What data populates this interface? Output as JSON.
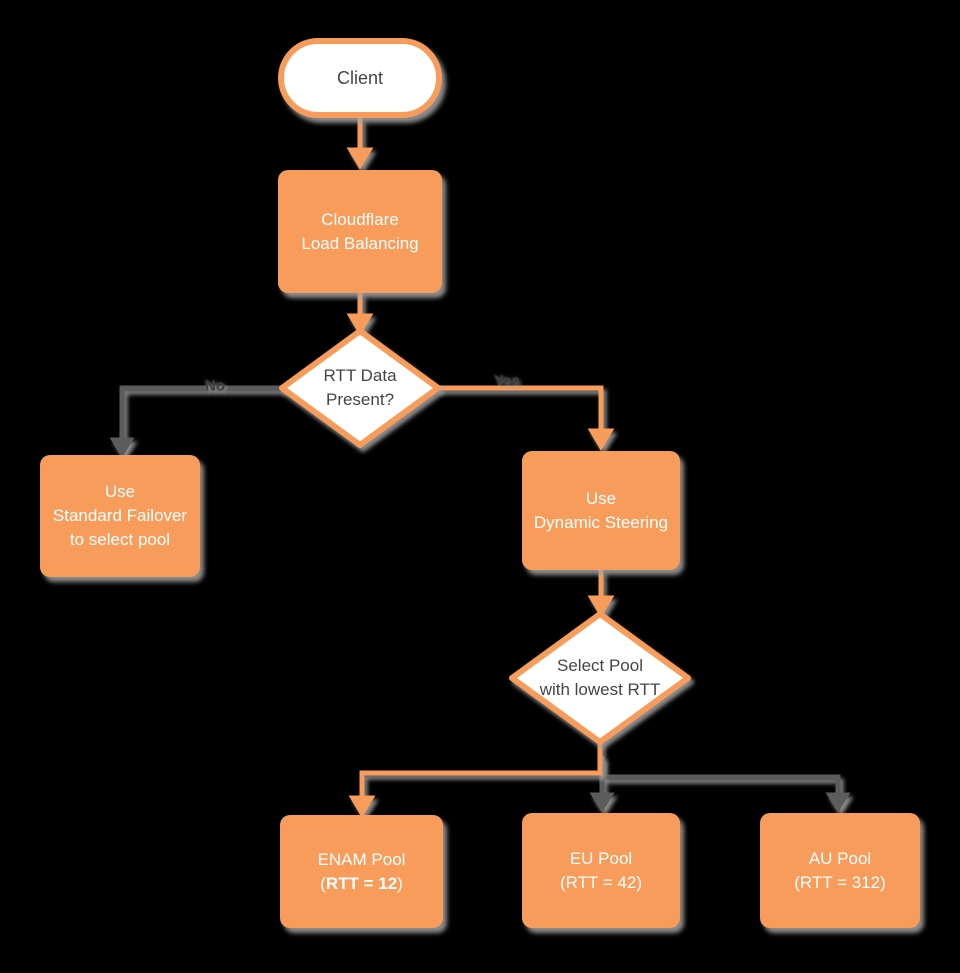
{
  "colors": {
    "background": "#000000",
    "orange": "#F79C5A",
    "shape_fill_white": "#ffffff",
    "gray_connector": "#5c5c5c",
    "dark_text": "#454545",
    "white_text": "#ffffff",
    "shadow_gray": "#a5a5a5"
  },
  "nodes": {
    "client": {
      "label": "Client"
    },
    "cloudflare": {
      "lines": [
        "Cloudflare",
        "Load Balancing"
      ]
    },
    "rtt_decision": {
      "lines": [
        "RTT Data",
        "Present?"
      ]
    },
    "failover": {
      "lines": [
        "Use",
        "Standard Failover",
        "to select pool"
      ]
    },
    "dynamic": {
      "lines": [
        "Use",
        "Dynamic Steering"
      ]
    },
    "select_pool": {
      "lines": [
        "Select Pool",
        "with lowest RTT"
      ]
    },
    "enam": {
      "title": "ENAM Pool",
      "rtt_prefix": "(",
      "rtt_bold": "RTT = 12",
      "rtt_suffix": ")"
    },
    "eu": {
      "lines": [
        "EU Pool",
        "(RTT = 42)"
      ]
    },
    "au": {
      "lines": [
        "AU Pool",
        "(RTT = 312)"
      ]
    }
  },
  "edges": {
    "no_label": "No",
    "yes_label": "Yes"
  }
}
